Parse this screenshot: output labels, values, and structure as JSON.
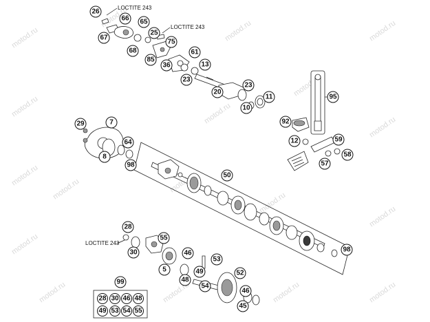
{
  "watermark": "motod.ru",
  "notes": [
    "LOCTITE 243",
    "LOCTITE 243",
    "LOCTITE 243"
  ],
  "callouts": {
    "c26a": "26",
    "c66": "66",
    "c67": "67",
    "c65": "65",
    "c25": "25",
    "c75": "75",
    "c68": "68",
    "c85": "85",
    "c36": "36",
    "c61": "61",
    "c13": "13",
    "c23a": "23",
    "c23b": "23",
    "c20": "20",
    "c11": "11",
    "c10": "10",
    "c95": "95",
    "c7": "7",
    "c29": "29",
    "c64": "64",
    "c8": "8",
    "c98a": "98",
    "c92": "92",
    "c12": "12",
    "c59": "59",
    "c58": "58",
    "c57": "57",
    "c50": "50",
    "c28": "28",
    "c30": "30",
    "c55": "55",
    "c5": "5",
    "c46a": "46",
    "c53": "53",
    "c48": "48",
    "c49": "49",
    "c54": "54",
    "c52": "52",
    "c98b": "98",
    "c46b": "46",
    "c45": "45",
    "c99": "99"
  },
  "kit_grid": [
    "28",
    "30",
    "46",
    "48",
    "49",
    "53",
    "54",
    "55"
  ]
}
